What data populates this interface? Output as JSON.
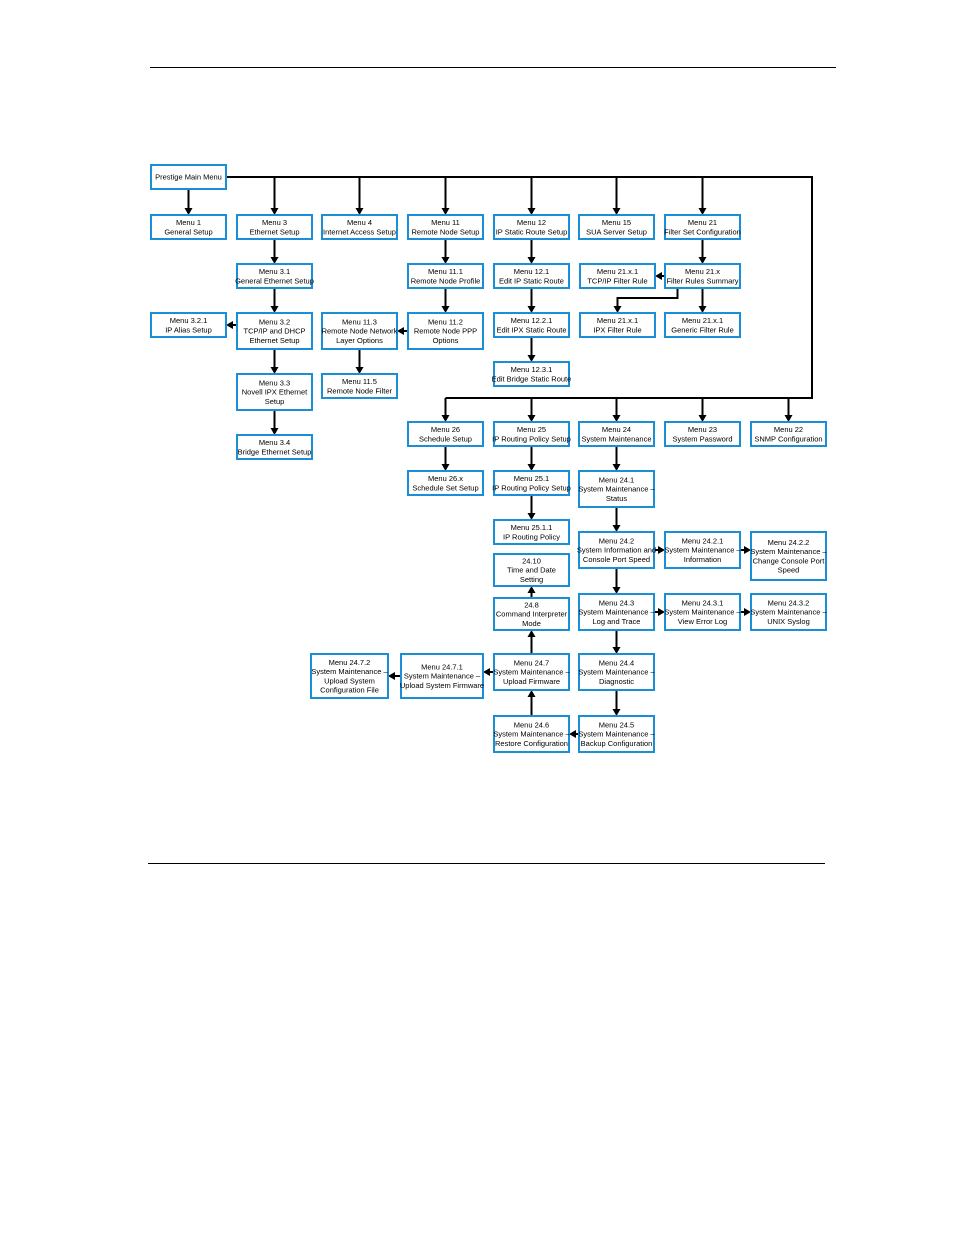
{
  "diagram": {
    "nodes": [
      {
        "id": "main",
        "lines": [
          "Prestige Main Menu"
        ]
      },
      {
        "id": "m1",
        "lines": [
          "Menu 1",
          "General Setup"
        ]
      },
      {
        "id": "m3",
        "lines": [
          "Menu 3",
          "Ethernet Setup"
        ]
      },
      {
        "id": "m4",
        "lines": [
          "Menu 4",
          "Internet Access Setup"
        ]
      },
      {
        "id": "m11",
        "lines": [
          "Menu 11",
          "Remote Node Setup"
        ]
      },
      {
        "id": "m12",
        "lines": [
          "Menu 12",
          "IP Static Route Setup"
        ]
      },
      {
        "id": "m15",
        "lines": [
          "Menu 15",
          "SUA Server Setup"
        ]
      },
      {
        "id": "m21",
        "lines": [
          "Menu 21",
          "Filter Set Configuration"
        ]
      },
      {
        "id": "m31",
        "lines": [
          "Menu 3.1",
          "General Ethernet Setup"
        ]
      },
      {
        "id": "m111",
        "lines": [
          "Menu 11.1",
          "Remote Node Profile"
        ]
      },
      {
        "id": "m121",
        "lines": [
          "Menu 12.1",
          "Edit IP Static Route"
        ]
      },
      {
        "id": "m21x1t",
        "lines": [
          "Menu 21.x.1",
          "TCP/IP Filter Rule"
        ]
      },
      {
        "id": "m21x",
        "lines": [
          "Menu 21.x",
          "Filter Rules Summary"
        ]
      },
      {
        "id": "m321",
        "lines": [
          "Menu 3.2.1",
          "IP Alias Setup"
        ]
      },
      {
        "id": "m32",
        "lines": [
          "Menu 3.2",
          "TCP/IP and DHCP",
          "Ethernet Setup"
        ]
      },
      {
        "id": "m113",
        "lines": [
          "Menu 11.3",
          "Remote Node Network",
          "Layer Options"
        ]
      },
      {
        "id": "m112",
        "lines": [
          "Menu 11.2",
          "Remote Node PPP",
          "Options"
        ]
      },
      {
        "id": "m1221",
        "lines": [
          "Menu 12.2.1",
          "Edit IPX Static Route"
        ]
      },
      {
        "id": "m21x1i",
        "lines": [
          "Menu 21.x.1",
          "IPX Filter Rule"
        ]
      },
      {
        "id": "m21x1g",
        "lines": [
          "Menu 21.x.1",
          "Generic Filter Rule"
        ]
      },
      {
        "id": "m33",
        "lines": [
          "Menu 3.3",
          "Novell IPX Ethernet",
          "Setup"
        ]
      },
      {
        "id": "m115",
        "lines": [
          "Menu 11.5",
          "Remote Node Filter"
        ]
      },
      {
        "id": "m1231",
        "lines": [
          "Menu 12.3.1",
          "Edit Bridge Static Route"
        ]
      },
      {
        "id": "m34",
        "lines": [
          "Menu 3.4",
          "Bridge Ethernet Setup"
        ]
      },
      {
        "id": "m26",
        "lines": [
          "Menu 26",
          "Schedule Setup"
        ]
      },
      {
        "id": "m25",
        "lines": [
          "Menu 25",
          "IP Routing Policy Setup"
        ]
      },
      {
        "id": "m24",
        "lines": [
          "Menu 24",
          "System Maintenance"
        ]
      },
      {
        "id": "m23",
        "lines": [
          "Menu 23",
          "System Password"
        ]
      },
      {
        "id": "m22",
        "lines": [
          "Menu 22",
          "SNMP Configuration"
        ]
      },
      {
        "id": "m26x",
        "lines": [
          "Menu 26.x",
          "Schedule Set Setup"
        ]
      },
      {
        "id": "m251",
        "lines": [
          "Menu 25.1",
          "IP Routing Policy Setup"
        ]
      },
      {
        "id": "m241",
        "lines": [
          "Menu 24.1",
          "System Maintenance –",
          "Status"
        ]
      },
      {
        "id": "m2511",
        "lines": [
          "Menu 25.1.1",
          "IP Routing Policy"
        ]
      },
      {
        "id": "m2410",
        "lines": [
          "24.10",
          "Time and Date",
          "Setting"
        ]
      },
      {
        "id": "m242",
        "lines": [
          "Menu 24.2",
          "System Information and",
          "Console Port Speed"
        ]
      },
      {
        "id": "m2421",
        "lines": [
          "Menu 24.2.1",
          "System Maintenance –",
          "Information"
        ]
      },
      {
        "id": "m2422",
        "lines": [
          "Menu 24.2.2",
          "System Maintenance –",
          "Change Console Port",
          "Speed"
        ]
      },
      {
        "id": "m248",
        "lines": [
          "24.8",
          "Command Interpreter",
          "Mode"
        ]
      },
      {
        "id": "m243",
        "lines": [
          "Menu 24.3",
          "System Maintenance –",
          "Log and Trace"
        ]
      },
      {
        "id": "m2431",
        "lines": [
          "Menu 24.3.1",
          "System Maintenance –",
          "View Error Log"
        ]
      },
      {
        "id": "m2432",
        "lines": [
          "Menu 24.3.2",
          "System Maintenance –",
          "UNIX Syslog"
        ]
      },
      {
        "id": "m2472",
        "lines": [
          "Menu 24.7.2",
          "System Maintenance –",
          "Upload System",
          "Configuration File"
        ]
      },
      {
        "id": "m2471",
        "lines": [
          "Menu 24.7.1",
          "System Maintenance –",
          "Upload System Firmware"
        ]
      },
      {
        "id": "m247",
        "lines": [
          "Menu 24.7",
          "System Maintenance –",
          "Upload Firmware"
        ]
      },
      {
        "id": "m244",
        "lines": [
          "Menu 24.4",
          "System Maintenance –",
          "Diagnostic"
        ]
      },
      {
        "id": "m246",
        "lines": [
          "Menu 24.6",
          "System Maintenance –",
          "Restore Configuration"
        ]
      },
      {
        "id": "m245",
        "lines": [
          "Menu 24.5",
          "System Maintenance –",
          "Backup Configuration"
        ]
      }
    ],
    "edges": [
      [
        "main",
        "m1"
      ],
      [
        "main",
        "m3"
      ],
      [
        "main",
        "m4"
      ],
      [
        "main",
        "m11"
      ],
      [
        "main",
        "m12"
      ],
      [
        "main",
        "m15"
      ],
      [
        "main",
        "m21"
      ],
      [
        "main",
        "m26"
      ],
      [
        "main",
        "m25"
      ],
      [
        "main",
        "m24"
      ],
      [
        "main",
        "m23"
      ],
      [
        "main",
        "m22"
      ],
      [
        "m3",
        "m31"
      ],
      [
        "m31",
        "m32"
      ],
      [
        "m32",
        "m321"
      ],
      [
        "m32",
        "m33"
      ],
      [
        "m33",
        "m34"
      ],
      [
        "m11",
        "m111"
      ],
      [
        "m111",
        "m112"
      ],
      [
        "m112",
        "m113"
      ],
      [
        "m113",
        "m115"
      ],
      [
        "m12",
        "m121"
      ],
      [
        "m121",
        "m1221"
      ],
      [
        "m1221",
        "m1231"
      ],
      [
        "m21",
        "m21x"
      ],
      [
        "m21x",
        "m21x1t"
      ],
      [
        "m21x",
        "m21x1i"
      ],
      [
        "m21x",
        "m21x1g"
      ],
      [
        "m26",
        "m26x"
      ],
      [
        "m25",
        "m251"
      ],
      [
        "m251",
        "m2511"
      ],
      [
        "m24",
        "m241"
      ],
      [
        "m241",
        "m242"
      ],
      [
        "m242",
        "m2421"
      ],
      [
        "m2421",
        "m2422"
      ],
      [
        "m242",
        "m243"
      ],
      [
        "m243",
        "m2431"
      ],
      [
        "m2431",
        "m2432"
      ],
      [
        "m243",
        "m244"
      ],
      [
        "m244",
        "m245"
      ],
      [
        "m245",
        "m246"
      ],
      [
        "m246",
        "m247"
      ],
      [
        "m247",
        "m2471"
      ],
      [
        "m2471",
        "m2472"
      ],
      [
        "m247",
        "m248"
      ],
      [
        "m248",
        "m2410"
      ]
    ]
  }
}
